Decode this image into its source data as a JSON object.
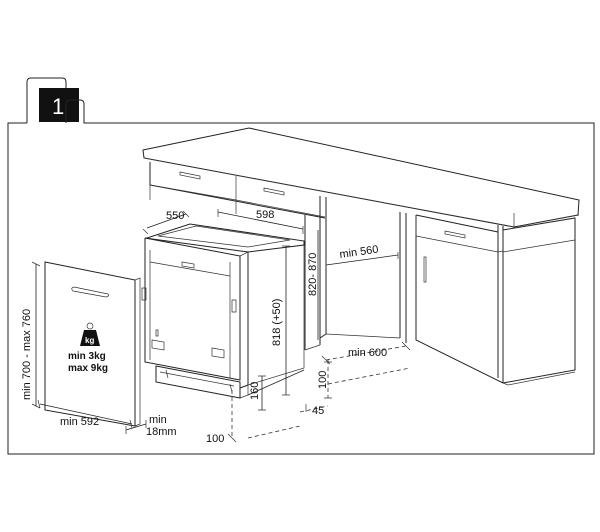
{
  "step_number": "1",
  "dimensions": {
    "width_550": "550",
    "width_598": "598",
    "min_560": "min 560",
    "height_820_870": "820- 870",
    "height_818": "818 (+50)",
    "min_600": "min 600",
    "dim_100_right": "100",
    "dim_45": "45",
    "dim_160": "160",
    "dim_100_bottom": "100",
    "panel_height": "min 700 - max 760",
    "panel_width": "min 592",
    "panel_thickness_1": "min",
    "panel_thickness_2": "18mm"
  },
  "weight": {
    "icon_label": "kg",
    "min": "min  3kg",
    "max": "max 9kg"
  },
  "colors": {
    "line": "#222222",
    "badge": "#111111",
    "background": "#ffffff"
  }
}
